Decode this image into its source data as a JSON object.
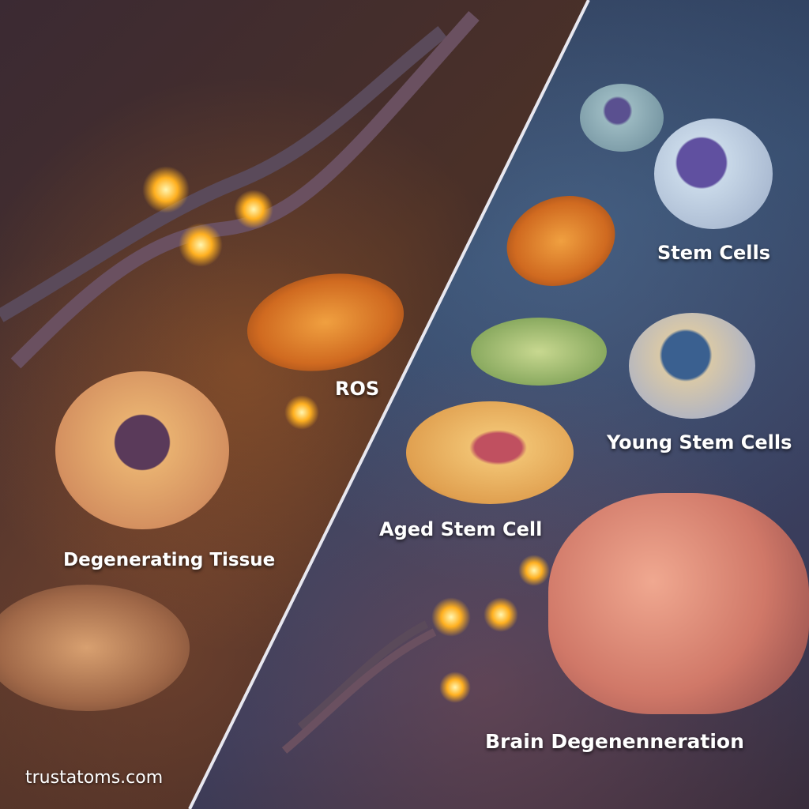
{
  "illustration": {
    "theme": "Aging: degenerating tissue vs. stem cells",
    "left_panel": {
      "tone": "warm/dark orange",
      "labels": {
        "ros": "ROS",
        "degenerating_tissue": "Degenerating Tissue"
      }
    },
    "right_panel": {
      "tone": "cool/blue",
      "labels": {
        "stem_cells": "Stem Cells",
        "young_stem_cells": "Young Stem Cells",
        "aged_stem_cell": "Aged Stem Cell",
        "brain_degeneration": "Brain Degenenneration"
      }
    },
    "watermark": "trustatoms.com",
    "colors": {
      "left_bg": "#3b2a33",
      "right_bg": "#34496a",
      "glow": "#ffb020",
      "divider": "#e8e8f0"
    }
  }
}
